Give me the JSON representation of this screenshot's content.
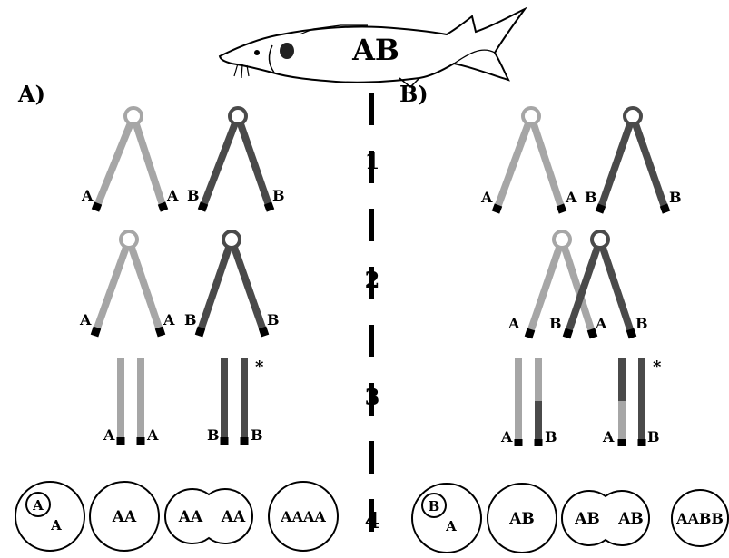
{
  "title": "AB",
  "panels": {
    "left": {
      "label": "A)"
    },
    "right": {
      "label": "B)"
    }
  },
  "steps": [
    "1",
    "2",
    "3",
    "4"
  ],
  "chromosome_labels": {
    "A": "A",
    "B": "B"
  },
  "asterisk": "*",
  "nuclei": {
    "left": {
      "inner_letter": "A",
      "outer_letter": "A",
      "single": "AA",
      "pair_left": "AA",
      "pair_right": "AA",
      "merged": "AAAA"
    },
    "right": {
      "inner_letter": "B",
      "outer_letter": "A",
      "single": "AB",
      "pair_left": "AB",
      "pair_right": "AB",
      "merged": "AABB"
    }
  },
  "colors": {
    "light_chromosome": "#a6a6a6",
    "dark_chromosome": "#4a4a4a",
    "centromere_fill": "#ffffff",
    "telomere": "#000000",
    "outline": "#000000"
  }
}
